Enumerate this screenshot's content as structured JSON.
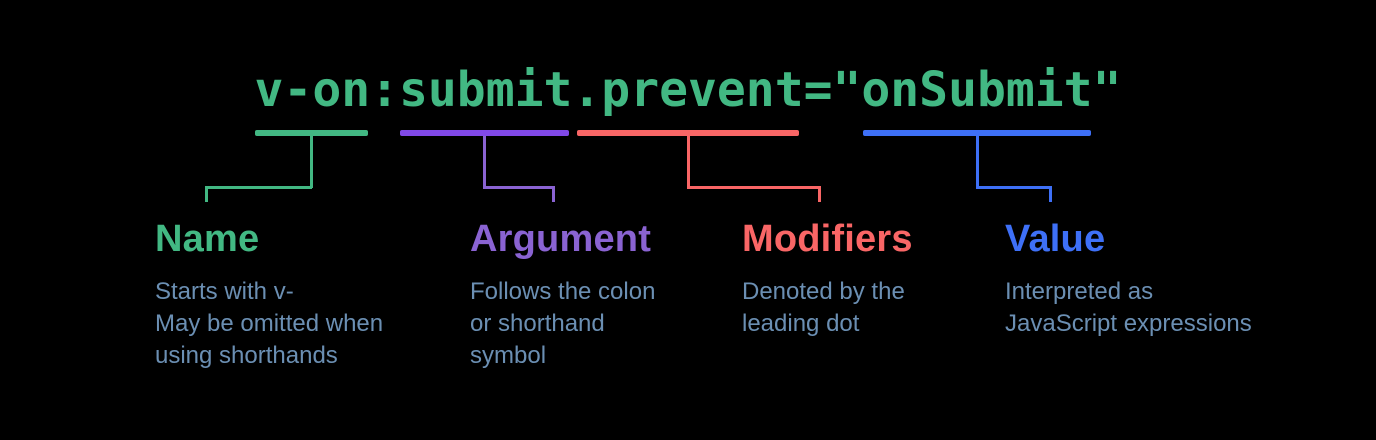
{
  "code": "v-on:submit.prevent=\"onSubmit\"",
  "colors": {
    "background": "#000000",
    "code": "#42b883",
    "description": "#6b8fb3",
    "name": "#42b883",
    "argument": "#8a63d2",
    "argument-underline": "#8149e8",
    "modifiers": "#f96666",
    "value": "#3e70f7"
  },
  "segments": [
    {
      "token": "v-on",
      "label": "Name",
      "description": "Starts with v-\nMay be omitted when\nusing shorthands"
    },
    {
      "token": "submit",
      "label": "Argument",
      "description": "Follows the colon\nor shorthand\nsymbol"
    },
    {
      "token": ".prevent",
      "label": "Modifiers",
      "description": "Denoted by the\nleading dot"
    },
    {
      "token": "onSubmit",
      "label": "Value",
      "description": "Interpreted as\nJavaScript expressions"
    }
  ]
}
